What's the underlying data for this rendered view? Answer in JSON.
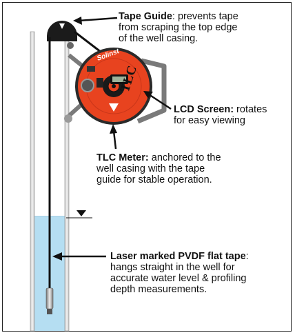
{
  "meter": {
    "brand": "Solinst",
    "model": "TLC"
  },
  "callouts": {
    "tape_guide": {
      "title": "Tape Guide",
      "text_1": ": prevents tape",
      "text_2": "from scraping the top edge",
      "text_3": "of the well casing."
    },
    "lcd_screen": {
      "title": "LCD Screen:",
      "text_1": " rotates",
      "text_2": "for easy viewing"
    },
    "tlc_meter": {
      "title": "TLC Meter:",
      "text_1": " anchored to the",
      "text_2": "well casing with the tape",
      "text_3": "guide for stable operation."
    },
    "flat_tape": {
      "title": "Laser marked PVDF flat tape",
      "text_1": ":",
      "text_2": "hangs straight in the well for",
      "text_3": "accurate water level & profiling",
      "text_4": "depth measurements."
    }
  },
  "colors": {
    "reel_red": "#e8431f",
    "water": "#b5def2",
    "casing": "#d9d9d9",
    "dark": "#1a1a1a"
  }
}
